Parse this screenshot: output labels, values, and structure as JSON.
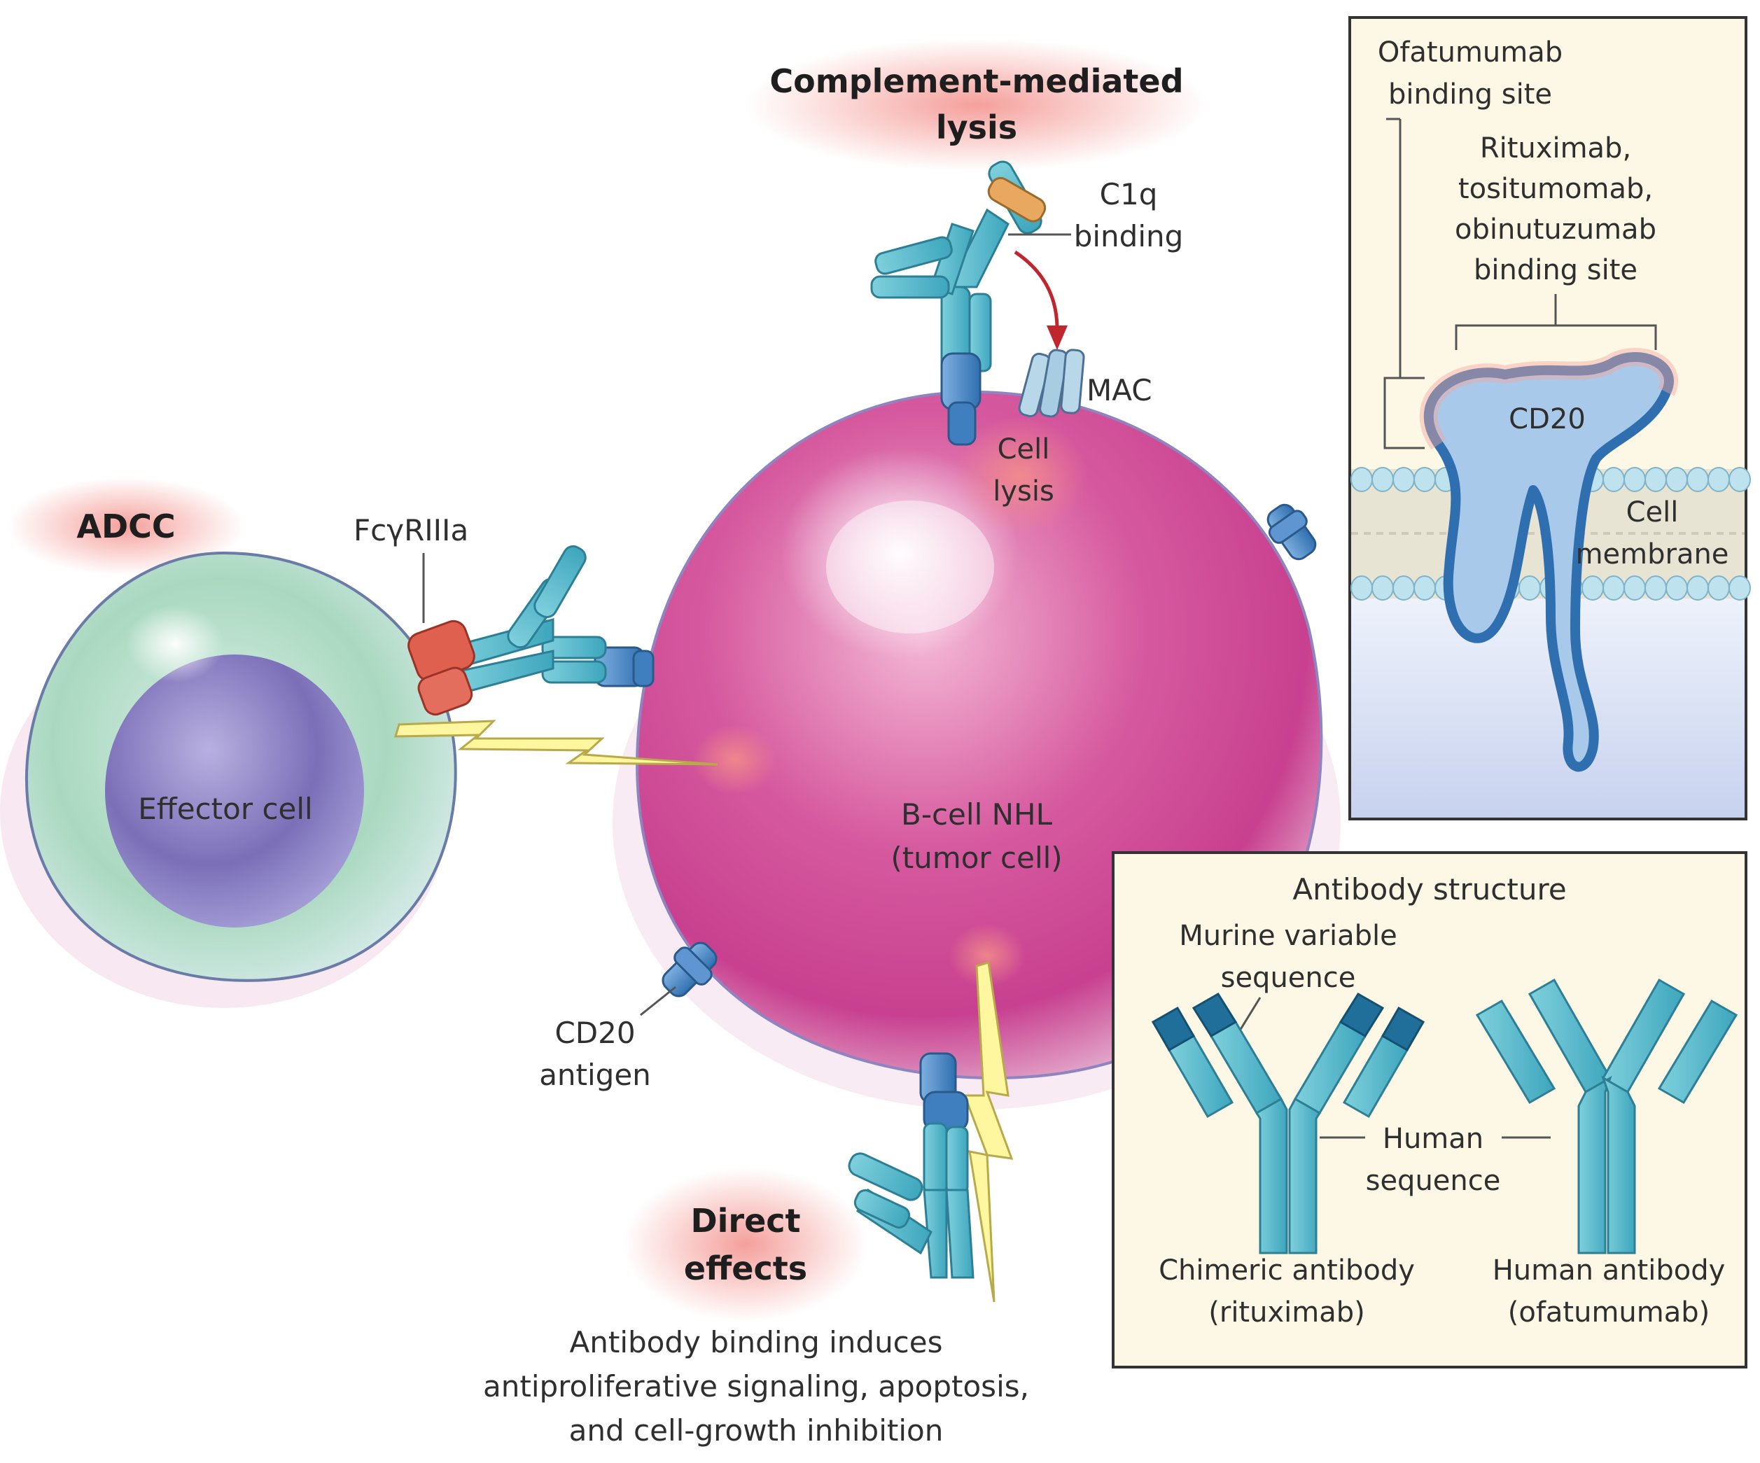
{
  "labels": {
    "complement_line1": "Complement-mediated",
    "complement_line2": "lysis",
    "c1q_line1": "C1q",
    "c1q_line2": "binding",
    "mac": "MAC",
    "cell_lysis_line1": "Cell",
    "cell_lysis_line2": "lysis",
    "adcc": "ADCC",
    "fcgammariiia": "FcγRIIIa",
    "effector_cell": "Effector cell",
    "tumor_line1": "B-cell NHL",
    "tumor_line2": "(tumor cell)",
    "cd20_antigen_line1": "CD20",
    "cd20_antigen_line2": "antigen",
    "direct_line1": "Direct",
    "direct_line2": "effects",
    "direct_desc_line1": "Antibody binding induces",
    "direct_desc_line2": "antiproliferative signaling, apoptosis,",
    "direct_desc_line3": "and cell-growth inhibition"
  },
  "inset_cd20": {
    "ofatumumab_line1": "Ofatumumab",
    "ofatumumab_line2": "binding site",
    "rituximab_line1": "Rituximab,",
    "rituximab_line2": "tositumomab,",
    "rituximab_line3": "obinutuzumab",
    "rituximab_line4": "binding site",
    "cd20": "CD20",
    "membrane_line1": "Cell",
    "membrane_line2": "membrane"
  },
  "inset_antibody": {
    "title": "Antibody structure",
    "murine_line1": "Murine variable",
    "murine_line2": "sequence",
    "human_seq_line1": "Human",
    "human_seq_line2": "sequence",
    "chimeric_line1": "Chimeric antibody",
    "chimeric_line2": "(rituximab)",
    "human_ab_line1": "Human antibody",
    "human_ab_line2": "(ofatumumab)"
  },
  "colors": {
    "tumor_cell": "#c8408f",
    "effector_cell": "#8fc7a8",
    "effector_nucleus": "#7b6fb8",
    "antibody": "#4fb3c6",
    "murine_region": "#1f6f9a",
    "cd20_antigen": "#3f7fbf",
    "fc_receptor": "#e0604f",
    "c1q": "#e8a860",
    "complement_arrow": "#c0262e",
    "lightning": "#fff6a0",
    "glow": "#f7a8a0"
  }
}
